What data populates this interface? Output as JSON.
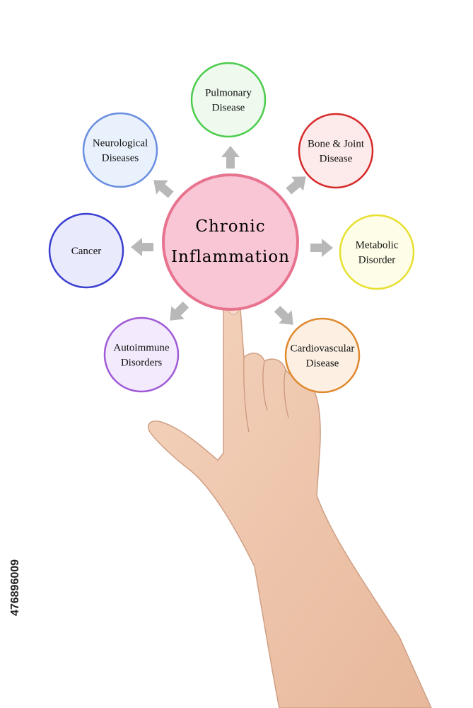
{
  "center": {
    "line1": "Chronic",
    "line2": "Inflammation",
    "fill": "#f9c6d6",
    "stroke": "#e8738f"
  },
  "nodes": [
    {
      "id": "pulmonary",
      "lines": [
        "Pulmonary",
        "Disease"
      ],
      "fill": "#eefaee",
      "stroke": "#4ccc4c"
    },
    {
      "id": "bone-joint",
      "lines": [
        "Bone & Joint",
        "Disease"
      ],
      "fill": "#fdeaea",
      "stroke": "#d62b2b"
    },
    {
      "id": "metabolic",
      "lines": [
        "Metabolic",
        "Disorder"
      ],
      "fill": "#fefde8",
      "stroke": "#e7e030"
    },
    {
      "id": "cardiovascular",
      "lines": [
        "Cardiovascular",
        "Disease"
      ],
      "fill": "#fdf0e2",
      "stroke": "#e08a30"
    },
    {
      "id": "autoimmune",
      "lines": [
        "Autoimmune",
        "Disorders"
      ],
      "fill": "#f3eafd",
      "stroke": "#a05ad6"
    },
    {
      "id": "cancer",
      "lines": [
        "Cancer"
      ],
      "fill": "#e9eafc",
      "stroke": "#3a3fd0"
    },
    {
      "id": "neurological",
      "lines": [
        "Neurological",
        "Diseases"
      ],
      "fill": "#e9f1fc",
      "stroke": "#6a8ee0"
    }
  ],
  "arrow_color": "#b8b8b8",
  "stock_id": "476896009",
  "icons": [
    "pointing-hand-icon"
  ]
}
